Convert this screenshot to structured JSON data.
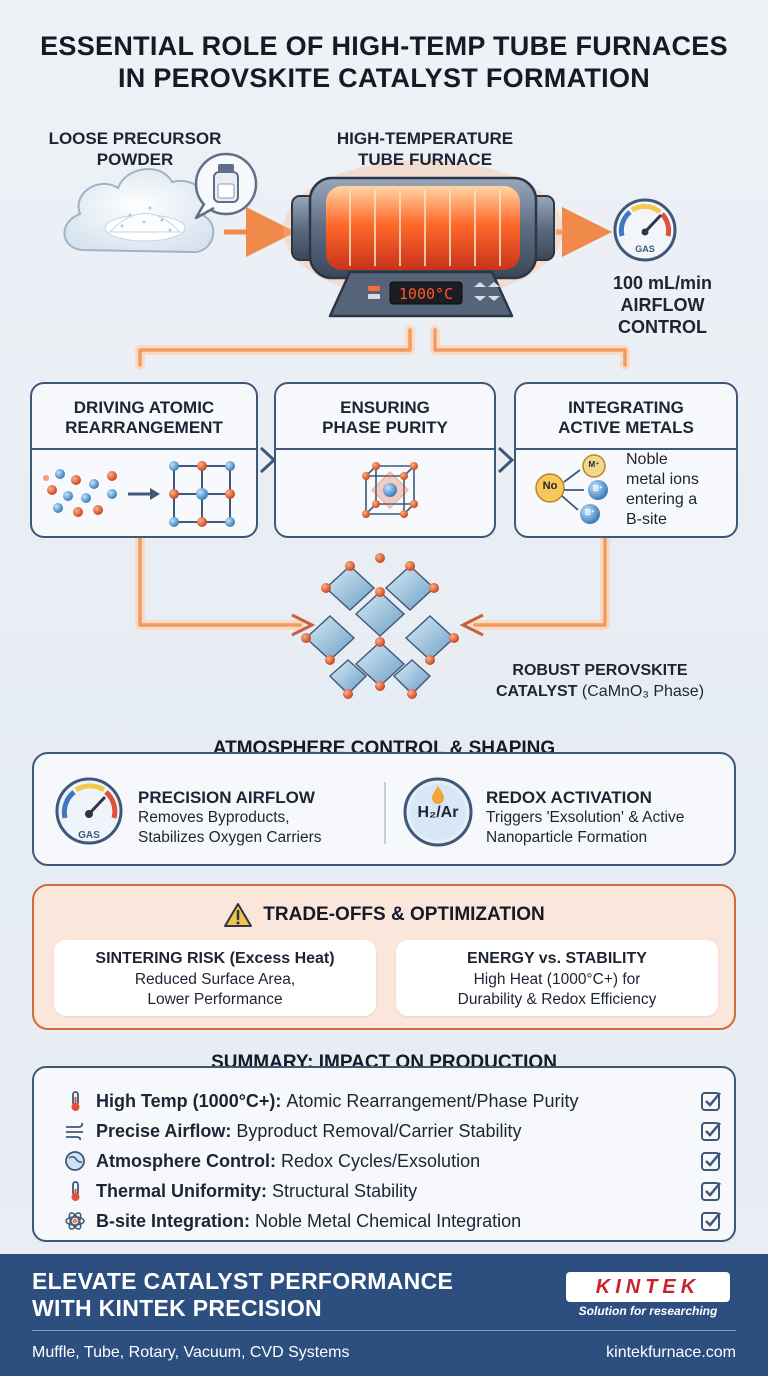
{
  "title": {
    "line1": "ESSENTIAL ROLE OF HIGH-TEMP TUBE FURNACES",
    "line2": "IN PEROVSKITE CATALYST FORMATION"
  },
  "flow": {
    "powder_line1": "LOOSE PRECURSOR",
    "powder_line2": "POWDER",
    "furnace_line1": "HIGH-TEMPERATURE",
    "furnace_line2": "TUBE FURNACE",
    "furnace_display": "1000°C",
    "gauge_label": "GAS",
    "airflow_line1": "100 mL/min",
    "airflow_line2": "AIRFLOW",
    "airflow_line3": "CONTROL"
  },
  "steps": [
    {
      "line1": "DRIVING ATOMIC",
      "line2": "REARRANGEMENT"
    },
    {
      "line1": "ENSURING",
      "line2": "PHASE PURITY"
    },
    {
      "line1": "INTEGRATING",
      "line2": "ACTIVE METALS"
    }
  ],
  "metals": {
    "no_label": "No",
    "m_label": "M⁺",
    "b_label": "B⁺",
    "text_line1": "Noble",
    "text_line2": "metal ions",
    "text_line3": "entering a",
    "text_line4": "B-site"
  },
  "robust": {
    "line1": "ROBUST PEROVSKITE",
    "line2_bold": "CATALYST",
    "line2_normal": "(CaMnO₃ Phase)"
  },
  "atmosphere": {
    "heading": "ATMOSPHERE CONTROL & SHAPING",
    "left_title": "PRECISION AIRFLOW",
    "left_line1": "Removes Byproducts,",
    "left_line2": "Stabilizes Oxygen Carriers",
    "gauge_label": "GAS",
    "right_icon_text": "H₂/Ar",
    "right_title": "REDOX ACTIVATION",
    "right_line1": "Triggers 'Exsolution' & Active",
    "right_line2": "Nanoparticle Formation"
  },
  "tradeoffs": {
    "heading": "TRADE-OFFS & OPTIMIZATION",
    "left_title": "SINTERING RISK (Excess Heat)",
    "left_line1": "Reduced Surface Area,",
    "left_line2": "Lower Performance",
    "right_title": "ENERGY vs. STABILITY",
    "right_line1": "High Heat (1000°C+) for",
    "right_line2": "Durability & Redox Efficiency"
  },
  "summary": {
    "heading": "SUMMARY: IMPACT ON PRODUCTION",
    "rows": [
      {
        "key": "High Temp (1000°C+):",
        "value": "Atomic Rearrangement/Phase Purity",
        "icon": "thermometer-icon"
      },
      {
        "key": "Precise Airflow:",
        "value": "Byproduct Removal/Carrier Stability",
        "icon": "airflow-icon"
      },
      {
        "key": "Atmosphere Control:",
        "value": "Redox Cycles/Exsolution",
        "icon": "globe-icon"
      },
      {
        "key": "Thermal Uniformity:",
        "value": "Structural Stability",
        "icon": "thermometer-icon"
      },
      {
        "key": "B-site Integration:",
        "value": "Noble Metal Chemical Integration",
        "icon": "atom-icon"
      }
    ]
  },
  "footer": {
    "headline_line1": "ELEVATE CATALYST PERFORMANCE",
    "headline_line2": "WITH KINTEK PRECISION",
    "logo": "KINTEK",
    "tagline": "Solution for researching",
    "systems": "Muffle, Tube, Rotary, Vacuum, CVD Systems",
    "url": "kintekfurnace.com"
  },
  "colors": {
    "navy": "#2c4f80",
    "border": "#3f5878",
    "heat_orange": "#f08a4b",
    "trade_bg": "#fbe6dc",
    "logo_red": "#c8232b"
  }
}
